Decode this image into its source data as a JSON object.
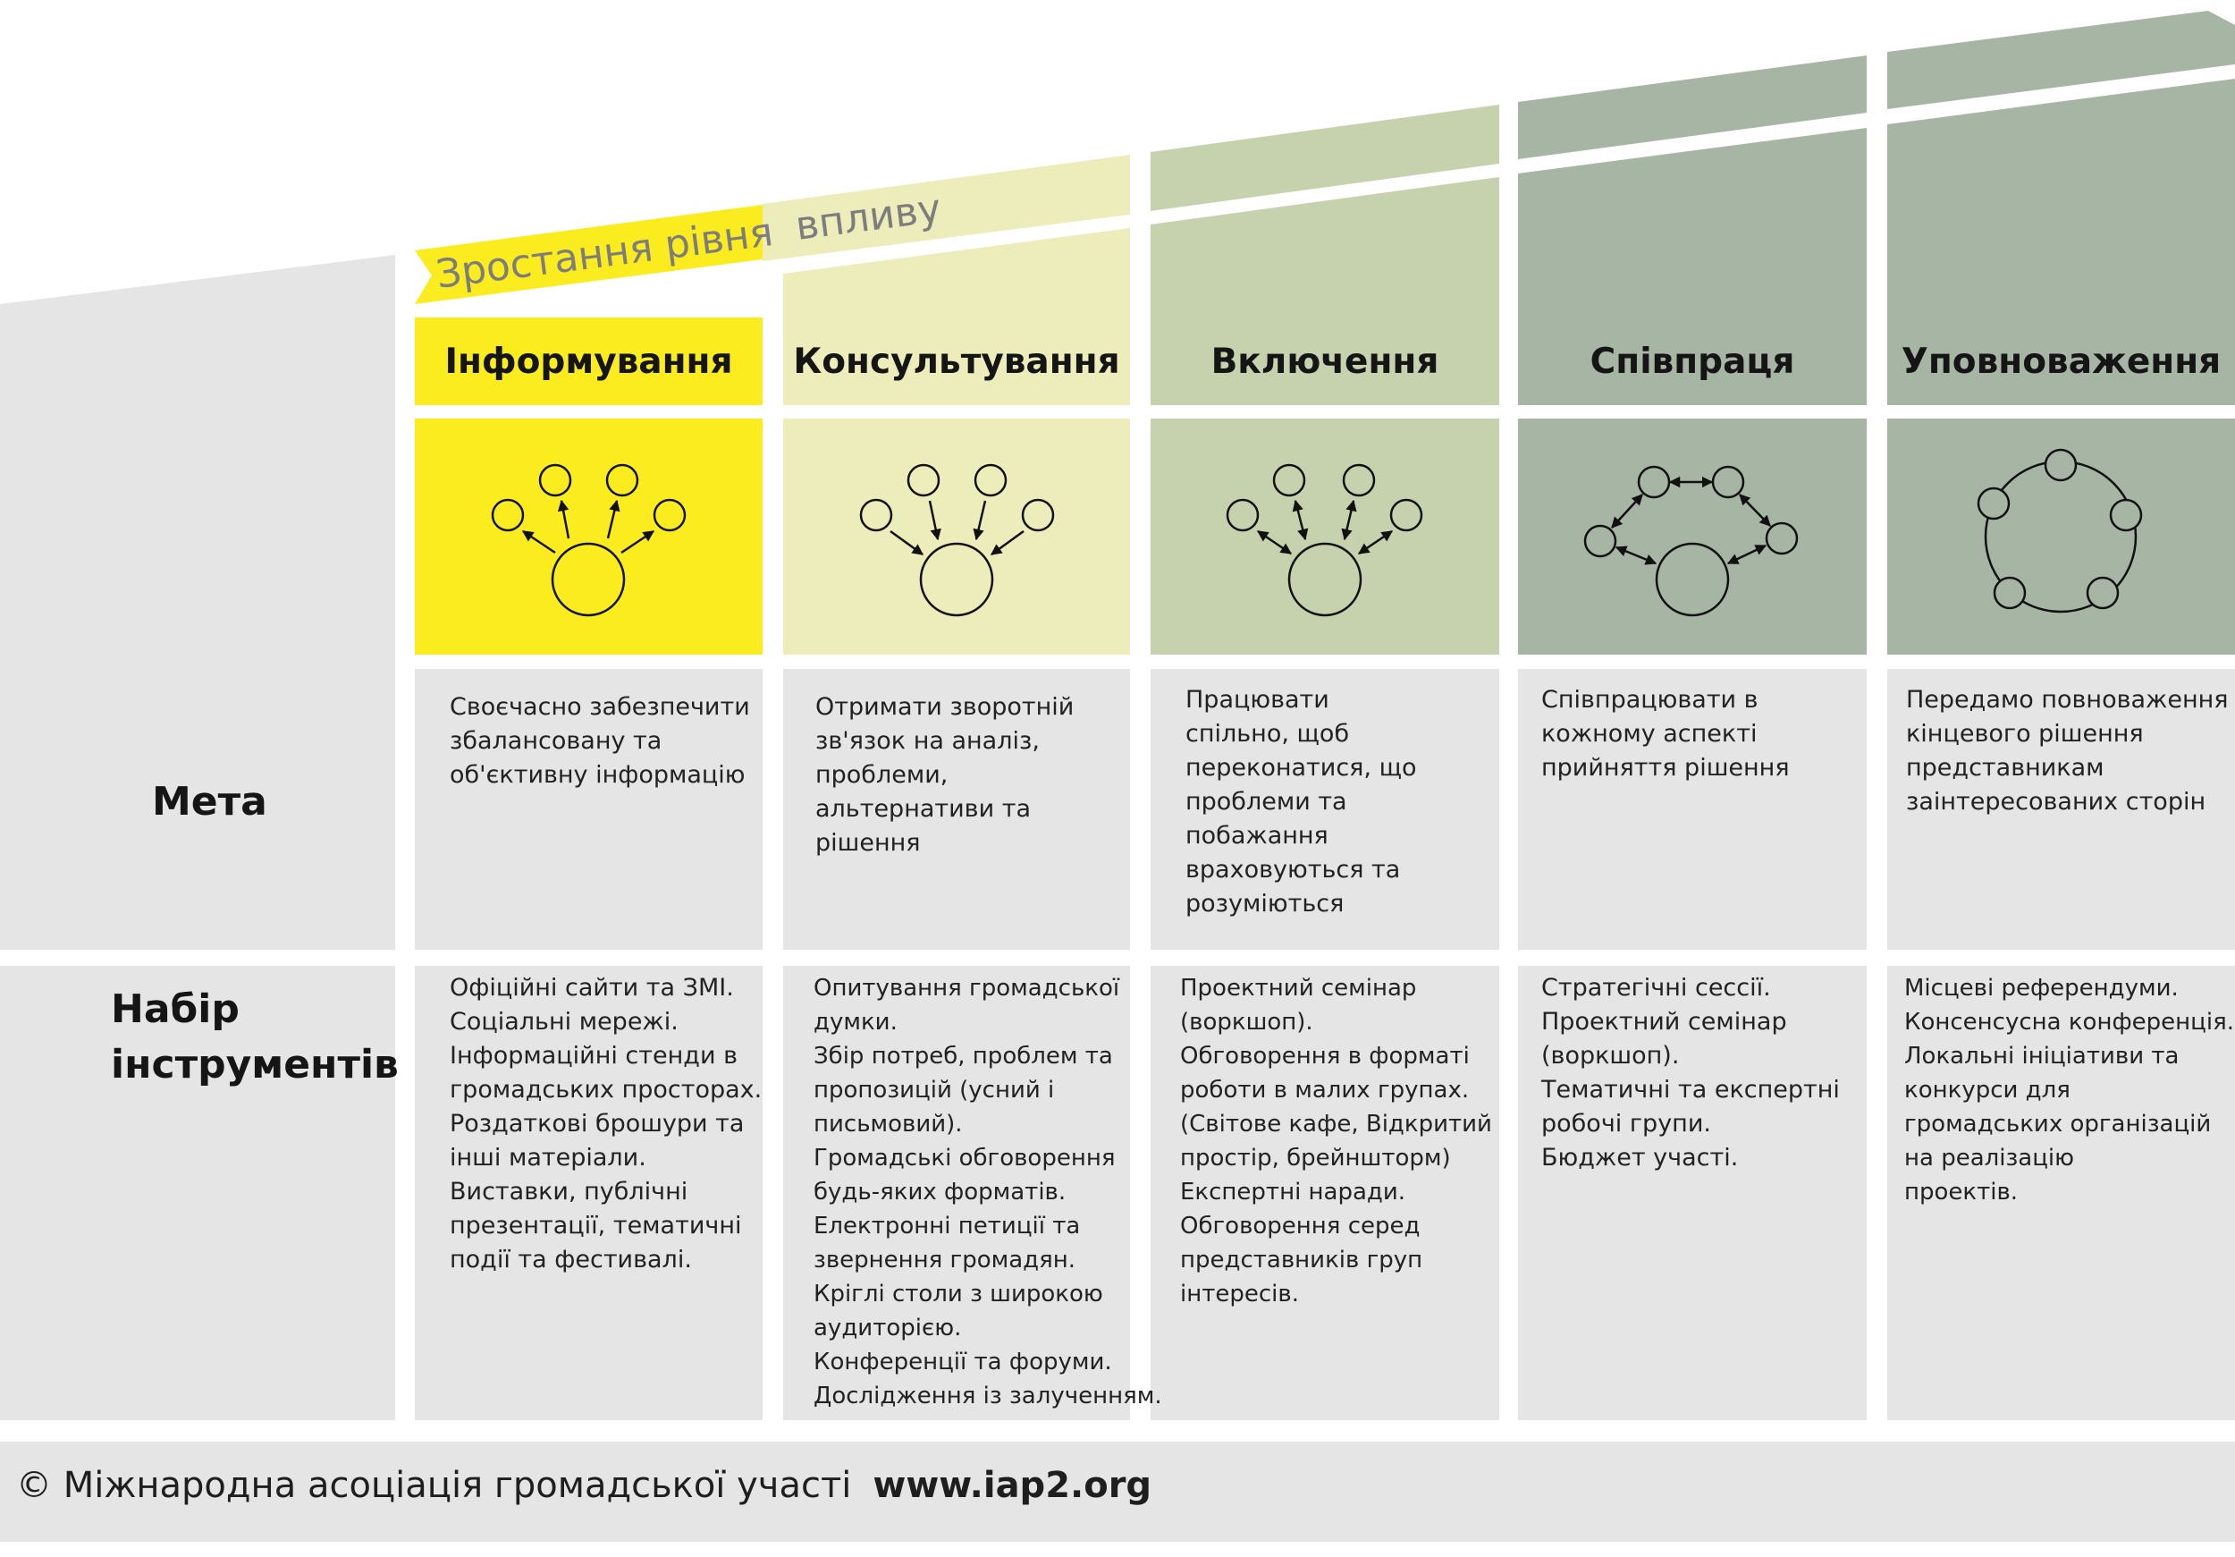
{
  "banner": {
    "part1": "Зростання рівня",
    "part2": "впливу"
  },
  "levels": [
    {
      "title": "Інформування",
      "color": "#fbec1f",
      "icon": "inform-diagram-icon",
      "goal": [
        "Своєчасно забезпечити",
        "збалансовану та",
        "об'єктивну інформацію"
      ],
      "tools": [
        "Офіційні сайти та ЗМІ.",
        "Соціальні мережі.",
        "Інформаційні стенди в",
        "громадських просторах.",
        "Роздаткові брошури та",
        "інші матеріали.",
        "Виставки, публічні",
        "презентації, тематичні",
        "події та фестивалі."
      ]
    },
    {
      "title": "Консультування",
      "color": "#ededbb",
      "icon": "consult-diagram-icon",
      "goal": [
        "Отримати зворотній",
        "зв'язок на аналіз,",
        "проблеми,",
        "альтернативи та",
        "рішення"
      ],
      "tools": [
        "Опитування громадської",
        "думки.",
        "Збір потреб, проблем та",
        "пропозицій (усний і",
        "письмовий).",
        "Громадські обговорення",
        "будь-яких форматів.",
        "Електронні петиції та",
        "звернення громадян.",
        "Кріглі столи з широкою",
        "аудиторією.",
        "Конференції та форуми.",
        "Дослідження із залученням."
      ]
    },
    {
      "title": "Включення",
      "color": "#c6d2ae",
      "icon": "involve-diagram-icon",
      "goal": [
        "Працювати",
        "спільно, щоб",
        "переконатися, що",
        "проблеми  та",
        "побажання",
        "враховуються та",
        "розуміються"
      ],
      "tools": [
        "Проектний семінар",
        "(воркшоп).",
        "Обговорення в форматі",
        "роботи в малих групах.",
        "(Світове кафе, Відкритий",
        "простір, брейншторм)",
        "Експертні наради.",
        "Обговорення серед",
        "представників груп",
        "інтересів."
      ]
    },
    {
      "title": "Співпраця",
      "color": "#a7b6a4",
      "icon": "collaborate-diagram-icon",
      "goal": [
        "Співпрацювати в",
        "кожному аспекті",
        "прийняття рішення"
      ],
      "tools": [
        "Стратегічні сессії.",
        "Проектний семінар",
        "(воркшоп).",
        "Тематичні та експертні",
        "робочі групи.",
        "Бюджет участі."
      ]
    },
    {
      "title": "Уповноваження",
      "color": "#a7b6a4",
      "icon": "empower-diagram-icon",
      "goal": [
        "Передамо повноваження",
        "кінцевого рішення",
        "представникам",
        "заінтересованих сторін"
      ],
      "tools": [
        "Місцеві референдуми.",
        "Консенсусна конференція.",
        "Локальні ініціативи та",
        "конкурси для",
        "громадських організацій",
        "на реалізацію",
        "проектів."
      ]
    }
  ],
  "rows": {
    "goal_label": "Мета",
    "tools_label": [
      "Набір",
      "інструментів"
    ]
  },
  "footer": {
    "copyright": "© Міжнародна асоціація громадської участі",
    "url": "www.iap2.org"
  }
}
